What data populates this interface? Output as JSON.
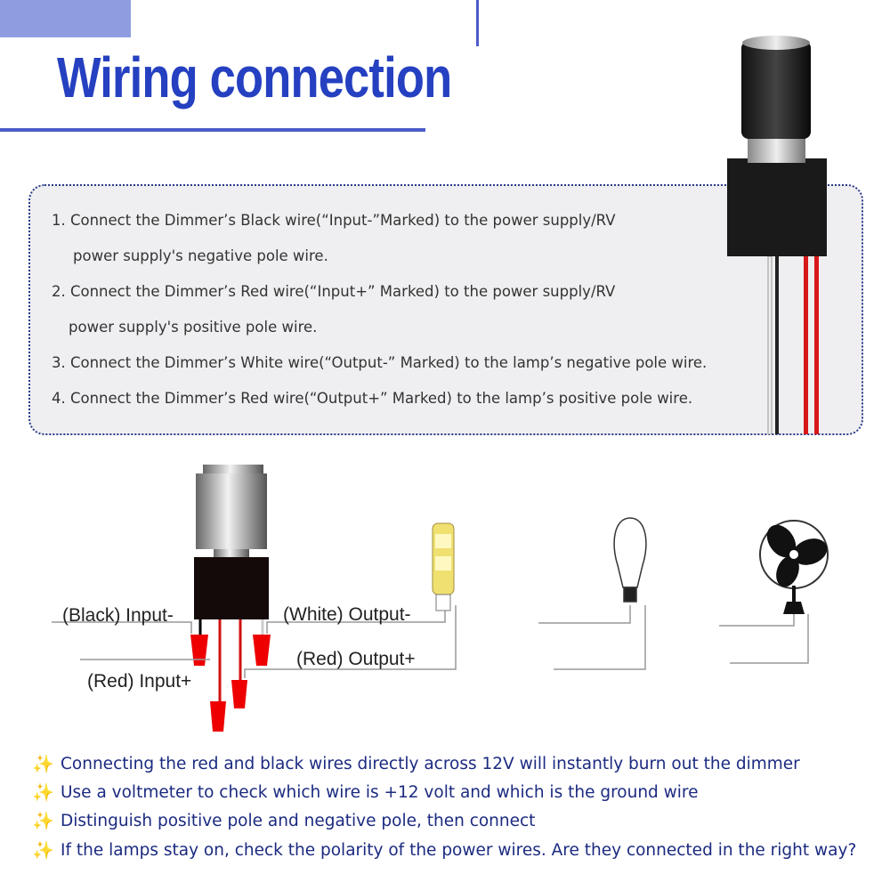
{
  "title": "Wiring connection",
  "steps": [
    {
      "line1": "1. Connect the Dimmer’s Black wire(“Input-”Marked) to the power supply/RV",
      "line2": "power supply's negative pole wire."
    },
    {
      "line1": "2. Connect the Dimmer’s Red wire(“Input+” Marked) to the power supply/RV",
      "line2": "power supply's positive pole wire."
    },
    {
      "line1": "3. Connect the Dimmer’s White wire(“Output-” Marked) to the lamp’s negative pole wire."
    },
    {
      "line1": "4. Connect the Dimmer’s Red wire(“Output+” Marked) to the lamp’s positive pole wire."
    }
  ],
  "diagram": {
    "black_input": "(Black) Input-",
    "red_input": "(Red) Input+",
    "white_output": "(White) Output-",
    "red_output": "(Red) Output+"
  },
  "notes": [
    {
      "icon": "sparkle-icon",
      "text": "Connecting the red and black wires directly across 12V will instantly burn out the dimmer"
    },
    {
      "icon": "sparkle-icon",
      "text": "Use a voltmeter to check which wire is +12 volt and which is the ground wire"
    },
    {
      "icon": "sparkle-icon",
      "text": "Distinguish positive pole and negative pole, then connect"
    },
    {
      "icon": "sparkle-icon",
      "text": "If the lamps stay on, check the polarity of the power wires. Are they connected in the right way?"
    }
  ]
}
